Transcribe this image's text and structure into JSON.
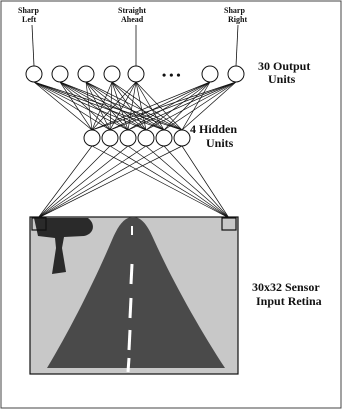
{
  "outputs": {
    "sharp_left": [
      "Sharp",
      "Left"
    ],
    "straight_ahead": [
      "Straight",
      "Ahead"
    ],
    "sharp_right": [
      "Sharp",
      "Right"
    ],
    "ellipsis": "• • •",
    "layer_label": [
      "30 Output",
      "Units"
    ]
  },
  "hidden": {
    "layer_label": [
      "4 Hidden",
      "Units"
    ]
  },
  "retina": {
    "layer_label": [
      "30x32 Sensor",
      "Input Retina"
    ]
  },
  "colors": {
    "line": "#111111",
    "node_fill": "#ffffff",
    "retina_bg": "#c8c8c8",
    "road": "#4a4a4a",
    "lane_mark": "#ffffff",
    "tree": "#2a2a2a"
  }
}
